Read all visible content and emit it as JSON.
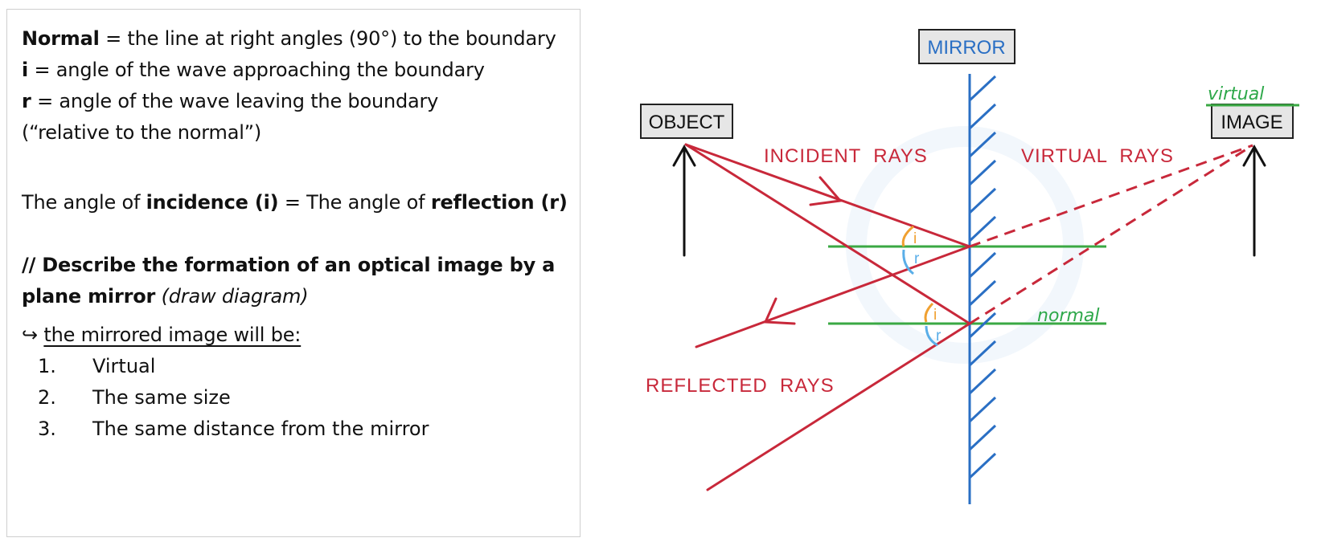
{
  "notes": {
    "normal_term": "Normal",
    "normal_def": " = the line at right angles (90°) to the boundary",
    "i_term": "i",
    "i_def": " = angle of the wave approaching the boundary",
    "r_term": "r",
    "r_def": " = angle of the wave leaving the boundary",
    "relative": "(“relative to the normal”)",
    "law_a": "The angle of ",
    "law_b": "incidence (i)",
    "law_c": " = The angle of ",
    "law_d": "reflection (r)",
    "q_line1": "// Describe the formation of an optical image by a",
    "q_line2_bold": "plane mirror",
    "q_line2_italic": " (draw diagram)",
    "arrow_glyph": "↪",
    "mirrored_intro": "the mirrored image will be:",
    "list": [
      {
        "num": "1.",
        "text": "Virtual"
      },
      {
        "num": "2.",
        "text": "The same size"
      },
      {
        "num": "3.",
        "text": "The same distance from the mirror"
      }
    ]
  },
  "diagram": {
    "mirror_label": "MIRROR",
    "object_label": "OBJECT",
    "image_label": "IMAGE",
    "virtual_word": "virtual",
    "incident_label": "INCIDENT  RAYS",
    "virtual_rays_label": "VIRTUAL  RAYS",
    "reflected_label": "REFLECTED  RAYS",
    "normal_word": "normal",
    "angle_i": "i",
    "angle_r": "r",
    "colors": {
      "mirror": "#2a6fc4",
      "ray": "#c8283a",
      "normal": "#3aa843",
      "angle_i": "#f0a030",
      "angle_r": "#5aaee8"
    }
  }
}
